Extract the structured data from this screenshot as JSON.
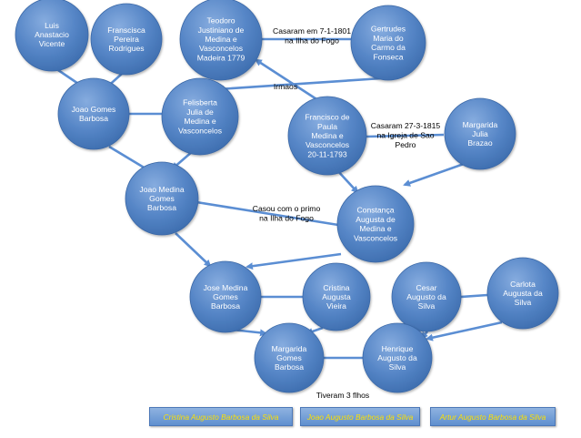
{
  "diagram": {
    "nodes": [
      {
        "id": "luis",
        "lines": [
          "Luis",
          "Anastacio",
          "Vicente"
        ]
      },
      {
        "id": "francisca",
        "lines": [
          "Franscisca",
          "Pereira",
          "Rodrigues"
        ]
      },
      {
        "id": "teodoro",
        "lines": [
          "Teodoro",
          "Justiniano de",
          "Medina e",
          "Vasconcelos",
          "Madeira 1779"
        ]
      },
      {
        "id": "gertrudes",
        "lines": [
          "Gertrudes",
          "Maria do",
          "Carmo da",
          "Fonseca"
        ]
      },
      {
        "id": "joao",
        "lines": [
          "Joao Gomes",
          "Barbosa"
        ]
      },
      {
        "id": "felisberta",
        "lines": [
          "Felisberta",
          "Julia de",
          "Medina e",
          "Vasconcelos"
        ]
      },
      {
        "id": "francisco",
        "lines": [
          "Francisco de",
          "Paula",
          "Medina e",
          "Vasconcelos",
          "20-11-1793"
        ]
      },
      {
        "id": "margarida_jb",
        "lines": [
          "Margarida",
          "Julia",
          "Brazao"
        ]
      },
      {
        "id": "joao_medina",
        "lines": [
          "Joao Medina",
          "Gomes",
          "Barbosa"
        ]
      },
      {
        "id": "constanca",
        "lines": [
          "Constança",
          "Augusta de",
          "Medina e",
          "Vasconcelos"
        ]
      },
      {
        "id": "jose",
        "lines": [
          "Jose Medina",
          "Gomes",
          "Barbosa"
        ]
      },
      {
        "id": "cristina",
        "lines": [
          "Cristina",
          "Augusta",
          "Vieira"
        ]
      },
      {
        "id": "cesar",
        "lines": [
          "Cesar",
          "Augusto da",
          "Silva"
        ]
      },
      {
        "id": "carlota",
        "lines": [
          "Carlota",
          "Augusta da",
          "Silva"
        ]
      },
      {
        "id": "margarida_gb",
        "lines": [
          "Margarida",
          "Gomes",
          "Barbosa"
        ]
      },
      {
        "id": "henrique",
        "lines": [
          "Henrique",
          "Augusto da",
          "Silva"
        ]
      }
    ],
    "annotations": [
      {
        "id": "marriage-1801",
        "lines": [
          "Casaram em 7-1-1801",
          "na Ilha do Fogo"
        ]
      },
      {
        "id": "irmaos",
        "lines": [
          "Irmaos"
        ]
      },
      {
        "id": "marriage-1815",
        "lines": [
          "Casaram 27-3-1815",
          "na Igreja de Sao",
          "Pedro"
        ]
      },
      {
        "id": "casou-primo",
        "lines": [
          "Casou com o primo",
          "na Ilha do Fogo"
        ]
      },
      {
        "id": "tiveram",
        "lines": [
          "Tiveram  3 flhos"
        ]
      }
    ],
    "children": [
      "Cristina Augusto  Barbosa da Silva",
      "Joao Augusto Barbosa da Silva",
      "Artur Augusto  Barbosa da Silva"
    ],
    "colors": {
      "node_fill": "#4f81bd",
      "node_highlight": "#7ea6dc",
      "edge": "#5b8ed3",
      "child_text": "#ffe100"
    }
  }
}
